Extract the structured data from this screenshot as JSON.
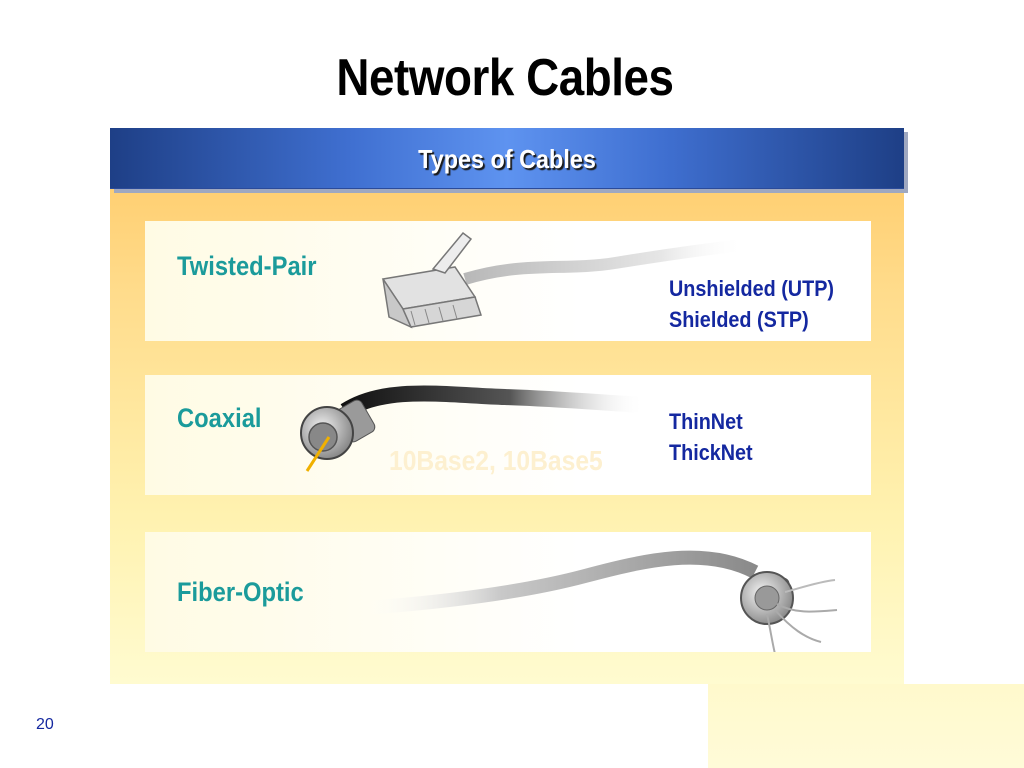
{
  "slide": {
    "title": "Network Cables",
    "number": "20"
  },
  "panel": {
    "header": "Types of Cables"
  },
  "rows": [
    {
      "label": "Twisted-Pair",
      "details": [
        "Unshielded (UTP)",
        "Shielded (STP)"
      ],
      "icon": "rj45-connector-icon"
    },
    {
      "label": "Coaxial",
      "details": [
        "ThinNet",
        "ThickNet"
      ],
      "note": "10Base2, 10Base5",
      "icon": "coaxial-connector-icon"
    },
    {
      "label": "Fiber-Optic",
      "details": [],
      "icon": "fiber-optic-connector-icon"
    }
  ],
  "colors": {
    "title": "#000000",
    "row_label": "#1b9b9b",
    "detail_text": "#1428a0",
    "header_bar": "#3f6fd0",
    "panel": "#ffd680"
  }
}
